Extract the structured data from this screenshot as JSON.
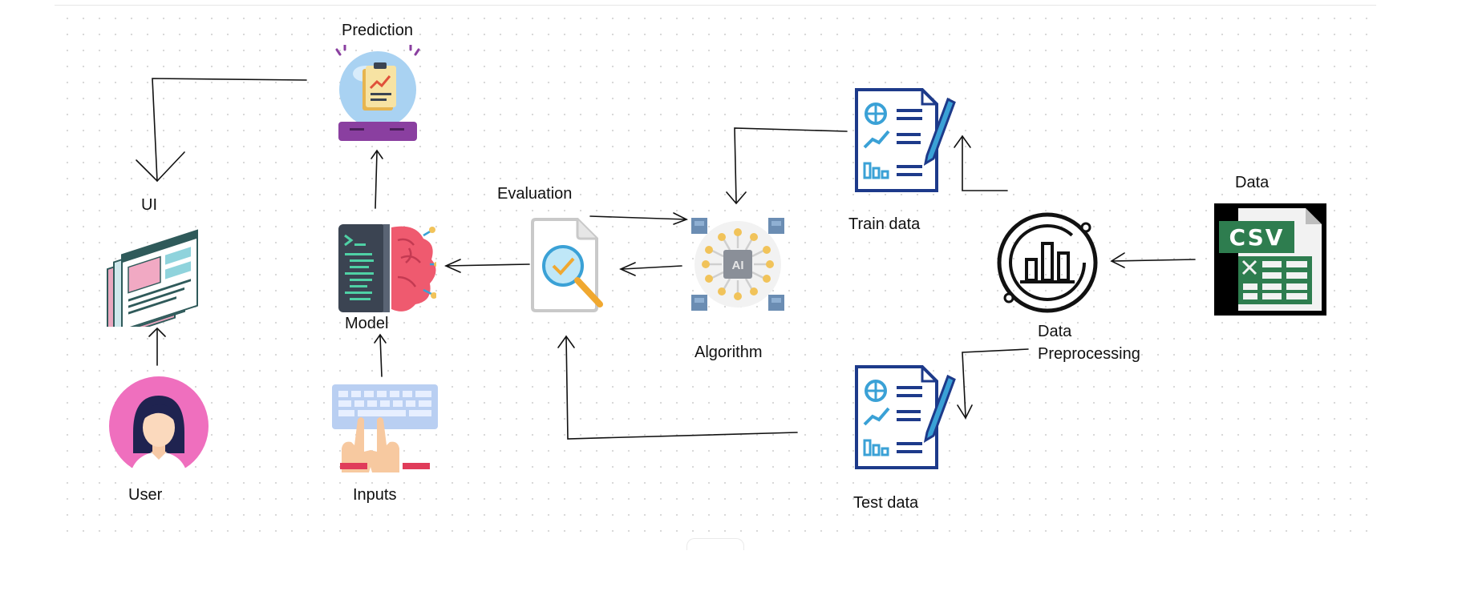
{
  "labels": {
    "prediction": "Prediction",
    "ui": "UI",
    "user": "User",
    "model": "Model",
    "inputs": "Inputs",
    "evaluation": "Evaluation",
    "algorithm": "Algorithm",
    "train_data": "Train data",
    "test_data": "Test data",
    "data": "Data",
    "data_preprocessing_1": "Data",
    "data_preprocessing_2": "Preprocessing"
  },
  "icons": {
    "prediction": "crystal-ball-report-icon",
    "ui": "web-pages-icon",
    "user": "user-avatar-icon",
    "model": "code-brain-icon",
    "inputs": "keyboard-hands-icon",
    "evaluation": "document-magnifier-check-icon",
    "algorithm": "ai-chip-icon",
    "train_data": "report-pencil-icon",
    "test_data": "report-pencil-icon",
    "data_preprocessing": "chart-circle-icon",
    "data": "csv-file-icon"
  },
  "colors": {
    "ink": "#111111",
    "report_blue": "#1d3a8a",
    "report_accent": "#3aa1d6",
    "csv_green": "#2e7d4f",
    "brain_pink": "#ef5a6f",
    "code_dark": "#3b4452",
    "code_green": "#4fd1a5",
    "avatar_pink": "#ef6fbe",
    "ball_blue": "#a9d2f2",
    "ball_base": "#8a3fa0",
    "chip_blue": "#6b8db3",
    "chip_gold": "#f1c35a"
  }
}
